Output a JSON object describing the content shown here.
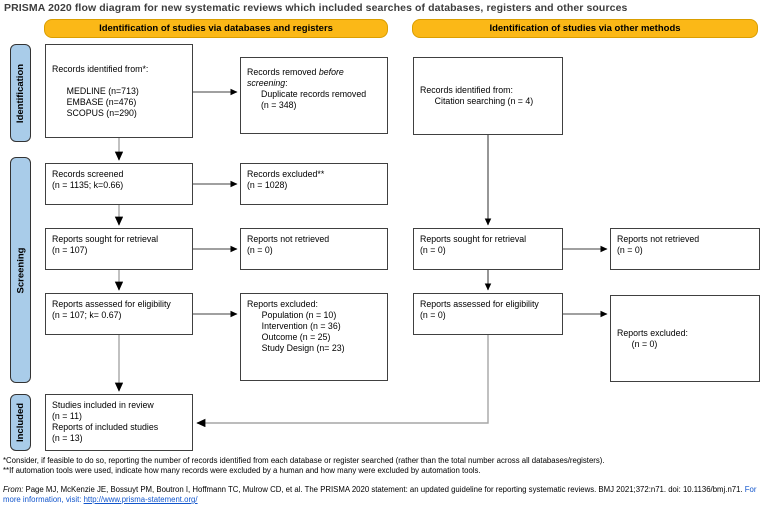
{
  "title": "PRISMA 2020 flow diagram for new systematic reviews which included searches of databases, registers and other sources",
  "headers": {
    "databases": "Identification of studies via databases and registers",
    "other": "Identification of studies via other methods"
  },
  "stages": {
    "identification": "Identification",
    "screening": "Screening",
    "included": "Included"
  },
  "boxes": {
    "records_identified_db": {
      "lines": [
        "Records identified from*:",
        "",
        "      MEDLINE (n=713)",
        "      EMBASE (n=476)",
        "      SCOPUS (n=290)"
      ]
    },
    "records_removed": {
      "text_normal": "Records removed ",
      "text_italic": "before screening",
      "text_colon": ":",
      "sub_lines": [
        "Duplicate records removed",
        "(n = 348)"
      ]
    },
    "records_screened": {
      "lines": [
        "Records screened",
        "(n = 1135; k=0.66)"
      ]
    },
    "records_excluded": {
      "lines": [
        "Records excluded**",
        "(n = 1028)"
      ]
    },
    "reports_sought_db": {
      "lines": [
        "Reports sought for retrieval",
        "(n = 107)"
      ]
    },
    "reports_not_retrieved_db": {
      "lines": [
        "Reports not retrieved",
        "(n = 0)"
      ]
    },
    "reports_assessed_db": {
      "lines": [
        "Reports assessed for eligibility",
        "(n = 107; k= 0.67)"
      ]
    },
    "reports_excluded_db": {
      "lines": [
        "Reports excluded:",
        "      Population (n = 10)",
        "      Intervention (n = 36)",
        "      Outcome (n = 25)",
        "      Study Design (n= 23)"
      ]
    },
    "records_identified_other": {
      "lines": [
        "Records identified from:",
        "      Citation searching (n = 4)"
      ]
    },
    "reports_sought_other": {
      "lines": [
        "Reports sought for retrieval",
        "(n = 0)"
      ]
    },
    "reports_not_retrieved_other": {
      "lines": [
        "Reports not retrieved",
        "(n = 0)"
      ]
    },
    "reports_assessed_other": {
      "lines": [
        "Reports assessed for eligibility",
        "(n = 0)"
      ]
    },
    "reports_excluded_other": {
      "lines": [
        "Reports excluded:",
        "      (n = 0)"
      ]
    },
    "included_studies": {
      "lines": [
        "Studies included in review",
        "(n = 11)",
        "Reports of included studies",
        "(n = 13)"
      ]
    }
  },
  "footnotes": [
    "*Consider, if feasible to do so, reporting the number of records identified from each database or register searched (rather than the total number across all databases/registers).",
    "**If automation tools were used, indicate how many records were excluded by a human and how many were excluded by automation tools."
  ],
  "citation": {
    "from_label": "From:",
    "body": "  Page MJ, McKenzie JE, Bossuyt PM, Boutron I, Hoffmann TC, Mulrow CD, et al. The PRISMA 2020 statement: an updated guideline for reporting systematic reviews. BMJ 2021;372:n71. doi: 10.1136/bmj.n71. ",
    "more_info": "For more information, visit: ",
    "link_text": "http://www.prisma-statement.org/",
    "link_url": "http://www.prisma-statement.org/"
  },
  "colors": {
    "band_bg": "#FBB817",
    "band_border": "#DA9E00",
    "stage_bg": "#A9CCE9",
    "box_border": "#404040",
    "link_blue": "#1155CC"
  }
}
